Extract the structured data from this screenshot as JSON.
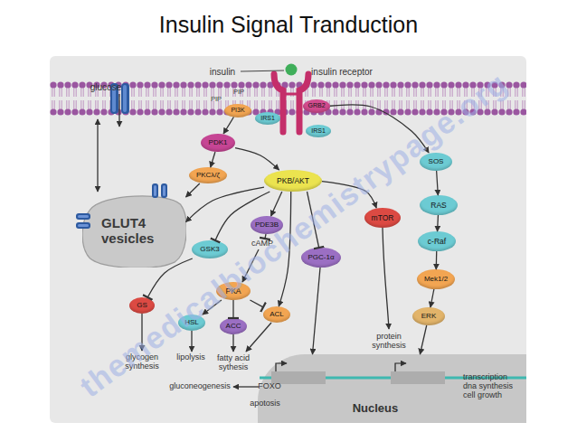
{
  "diagram": {
    "title": "Insulin Signal Tranduction",
    "nodes": [
      {
        "text": [
          "PI3K"
        ]
      },
      {
        "text": [
          "IRS1"
        ]
      },
      {
        "text": [
          "GRB2"
        ]
      },
      {
        "text": [
          "IRS1"
        ]
      },
      {
        "text": [
          "PDK1"
        ]
      },
      {
        "text": [
          "PKCλ/ζ"
        ]
      },
      {
        "text": [
          "PKB/AKT"
        ]
      },
      {
        "text": [
          "SOS"
        ]
      },
      {
        "text": [
          "GLUT4 vesicles"
        ]
      },
      {
        "text": [
          "RAS"
        ]
      },
      {
        "text": [
          "PDE3B"
        ]
      },
      {
        "text": [
          "mTOR"
        ]
      },
      {
        "text": [
          "c-Raf"
        ]
      },
      {
        "text": [
          "GSK3"
        ]
      },
      {
        "text": [
          "PGC-1α"
        ]
      },
      {
        "text": [
          "Mek1/2"
        ]
      },
      {
        "text": [
          "PKA"
        ]
      },
      {
        "text": [
          "GS"
        ]
      },
      {
        "text": [
          "ACL"
        ]
      },
      {
        "text": [
          "ERK"
        ]
      },
      {
        "text": [
          "HSL"
        ]
      },
      {
        "text": [
          "ACC"
        ]
      },
      {
        "text": [
          "Nucleus"
        ]
      }
    ],
    "edges": [
      {
        "from": 0,
        "to": 4,
        "arrow": "to"
      },
      {
        "from": 4,
        "to": 5,
        "arrow": "to"
      },
      {
        "from": 4,
        "to": 6,
        "arrow": "to"
      },
      {
        "from": 5,
        "to": 8,
        "arrow": "to"
      },
      {
        "from": 6,
        "to": 8,
        "arrow": "to"
      },
      {
        "from": 6,
        "to": 13,
        "arrow": "to"
      },
      {
        "from": 6,
        "to": 10,
        "arrow": "to"
      },
      {
        "from": 6,
        "to": 18,
        "arrow": "to"
      },
      {
        "from": 6,
        "to": 14,
        "arrow": "to"
      },
      {
        "from": 6,
        "to": 11,
        "arrow": "to"
      },
      {
        "from": 2,
        "to": 7,
        "arrow": "to"
      },
      {
        "from": 7,
        "to": 9,
        "arrow": "to"
      },
      {
        "from": 9,
        "to": 12,
        "arrow": "to"
      },
      {
        "from": 12,
        "to": 15,
        "arrow": "to"
      },
      {
        "from": 15,
        "to": 19,
        "arrow": "to"
      },
      {
        "from": 13,
        "to": 17,
        "arrow": "to"
      },
      {
        "from": 16,
        "to": 20,
        "arrow": "to"
      },
      {
        "from": 16,
        "to": 21,
        "arrow": "to"
      },
      {
        "from": 16,
        "to": 18,
        "arrow": "to"
      },
      {
        "from": 14,
        "to": 22,
        "arrow": "to"
      },
      {
        "from": 19,
        "to": 22,
        "arrow": "to"
      }
    ],
    "labels": [
      "insulin",
      "insulin receptor",
      "glucose",
      "PIP",
      "PIP",
      "cAMP",
      "glycogen synthesis",
      "lipolysis",
      "fatty acid sythesis",
      "protein synthesis",
      "gluconeogenesis",
      "FOXO",
      "apotosis",
      "transcription dna synthesis cell growth",
      "themedicalbiochemistrypage.org"
    ]
  }
}
